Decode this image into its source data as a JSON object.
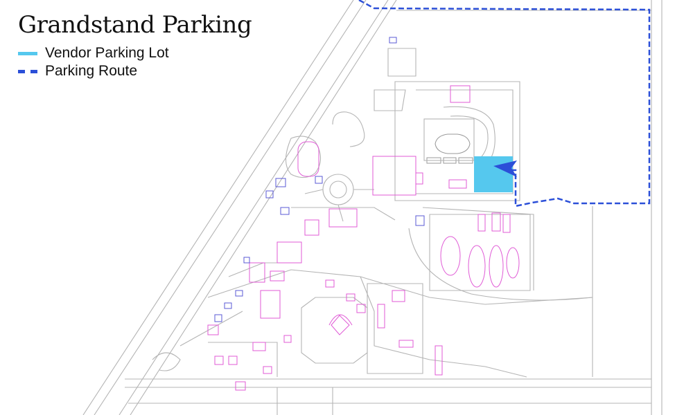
{
  "map": {
    "title": "Grandstand Parking",
    "legend": [
      {
        "label": "Vendor Parking Lot",
        "color": "#55c8ee",
        "style": "solid"
      },
      {
        "label": "Parking Route",
        "color": "#2b4fd8",
        "style": "dashed"
      }
    ]
  }
}
